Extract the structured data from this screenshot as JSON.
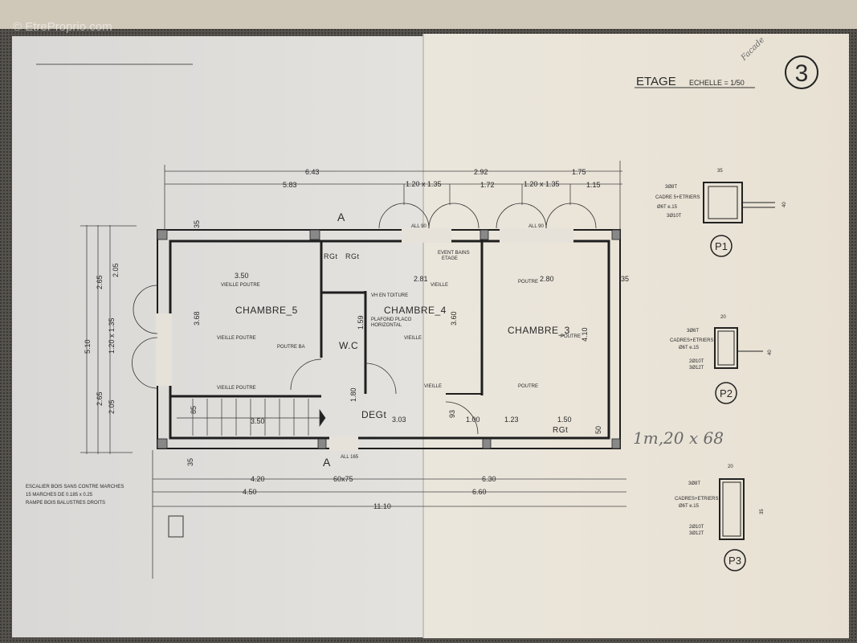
{
  "watermark": "© EtreProprio.com",
  "title": "ETAGE",
  "scale": "ECHELLE = 1/50",
  "sheet_number": "3",
  "handwritten": {
    "corner_note": "Facade",
    "window_note": "1m,20 x 68"
  },
  "rooms": {
    "chambre5": "CHAMBRE_5",
    "chambre4": "CHAMBRE_4",
    "chambre3": "CHAMBRE_3",
    "wc": "W.C",
    "deg": "DEGt",
    "rg_bottom": "RGt",
    "rg_top_left": "RGt",
    "rg_top_right": "RGt"
  },
  "annotations": {
    "vieille_poutre": "VIEILLE POUTRE",
    "vieille": "VIEILLE",
    "poutre": "POUTRE",
    "poutre_ba": "POUTRE BA",
    "vh_toiture": "VH EN TOITURE",
    "plafond_1": "PLAFOND PLACO",
    "plafond_2": "HORIZONTAL",
    "event_1": "EVENT BAINS",
    "event_2": "ETAGE",
    "section_a": "A",
    "all_90": "ALL 90",
    "all_165": "ALL 165"
  },
  "dimensions": {
    "top": [
      "6.43",
      "2.92",
      "1.75",
      "5.83",
      "1.20 x 1.35",
      "1.72",
      "1.20 x 1.35",
      "1.15"
    ],
    "left": [
      "5.10",
      "2.65",
      "1.20 x 1.35",
      "2.65",
      "2.05",
      "2.05"
    ],
    "bottom": [
      "4.20",
      "60x75",
      "6.30",
      "4.50",
      "6.60",
      "11.10"
    ],
    "interior": [
      "3.50",
      "2.81",
      "2.80",
      "3.68",
      "3.60",
      "4.10",
      "1.59",
      "1.80",
      "3.03",
      "1.00",
      "1.23",
      "1.50",
      "3.50",
      "85",
      "93",
      "50",
      "35",
      "35",
      "35"
    ]
  },
  "stair_note": [
    "ESCALIER BOIS SANS CONTRE MARCHES",
    "15 MARCHES DE 0.185 x 0.25",
    "RAMPE BOIS BALUSTRES DROITS"
  ],
  "sections": [
    {
      "label": "P1",
      "width": "35",
      "height": "40",
      "lines": [
        "3Ø8T",
        "CADRE 5+ETRIERS",
        "Ø6T e.15",
        "3Ø10T"
      ]
    },
    {
      "label": "P2",
      "width": "20",
      "height": "40",
      "lines": [
        "3Ø6T",
        "CADRES+ETRIERS",
        "Ø6T e.15",
        "2Ø10T",
        "3Ø12T"
      ]
    },
    {
      "label": "P3",
      "width": "20",
      "height": "35",
      "lines": [
        "3Ø8T",
        "CADRES+ETRIERS",
        "Ø6T e.15",
        "2Ø10T",
        "3Ø12T"
      ]
    }
  ]
}
